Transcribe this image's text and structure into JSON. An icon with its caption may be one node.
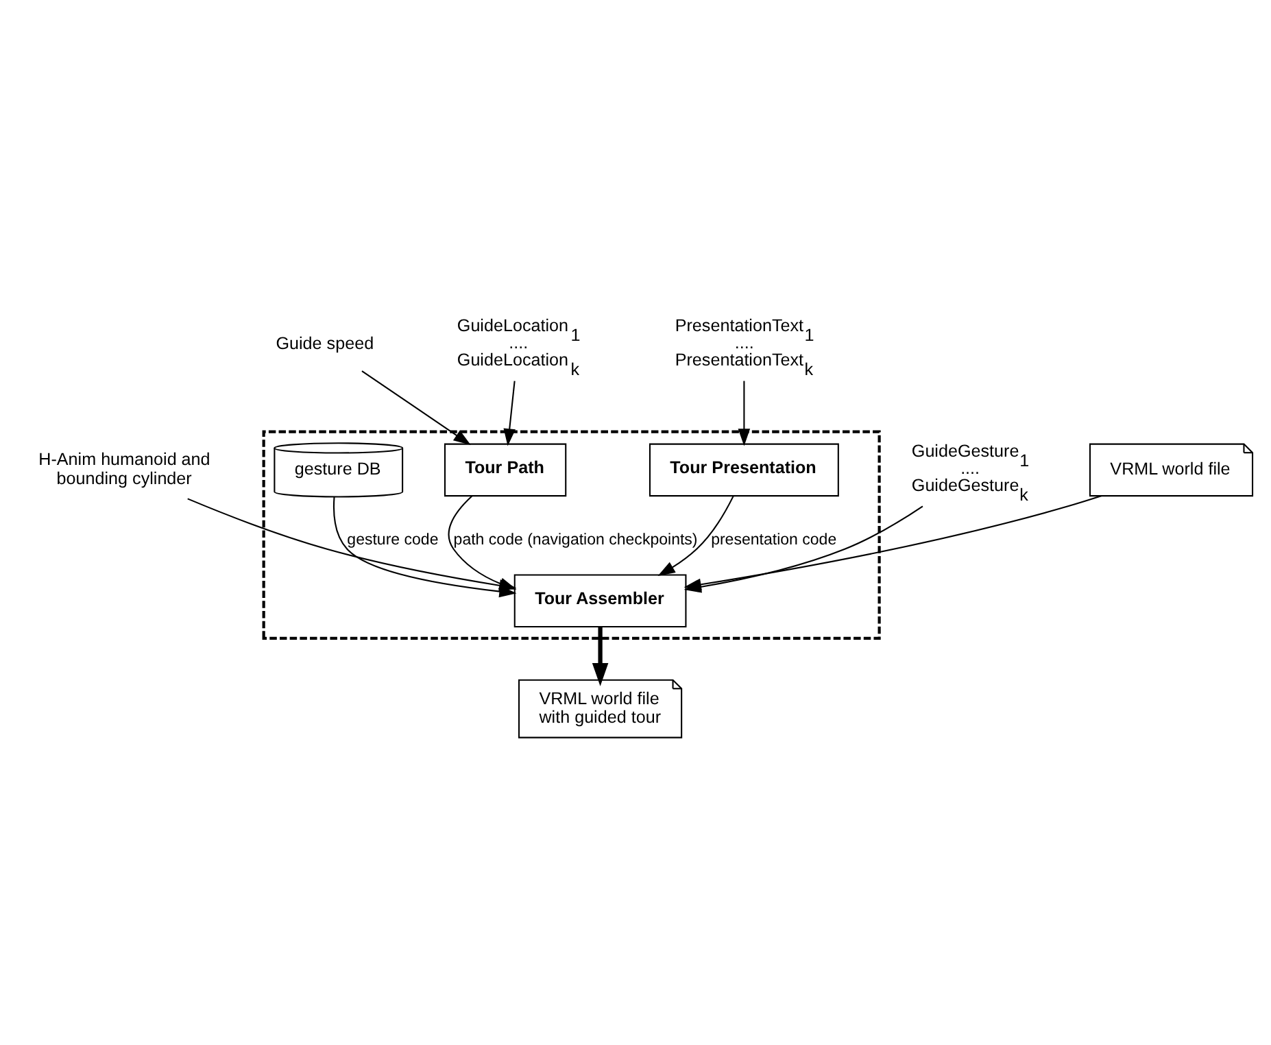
{
  "diagram": {
    "nodes": [
      {
        "text": [],
        "shape": "box"
      },
      {
        "text": [
          "Guide speed"
        ]
      },
      {
        "text": [
          "GuideLocation$_{1}$ .... GuideLocation$_{k}$"
        ]
      },
      {
        "text": [
          "Tour Path"
        ],
        "in": 0
      },
      {
        "text": [
          "Tour Presentation"
        ],
        "in": 0
      },
      {
        "text": [
          "PresentationText$_{1}$ .... PresentationText$_{k}$"
        ]
      },
      {
        "text": [
          "gesture DB"
        ],
        "in": 0
      },
      {
        "text": [
          "H-Anim humanoid and bounding cylinder"
        ]
      },
      {
        "text": [
          "GuideGesture$_{1}$ .... GuideGesture$_{k}$"
        ]
      },
      {
        "text": [
          "Tour Assembler"
        ],
        "in": 0
      },
      {
        "text": [
          "VRML world file"
        ]
      },
      {
        "text": [
          "VRML world file with guided tour"
        ]
      }
    ],
    "edges": [
      {
        "from": 1,
        "to": 3,
        "arrow": "to"
      },
      {
        "from": 2,
        "to": 3,
        "arrow": "to"
      },
      {
        "from": 5,
        "to": 4,
        "arrow": "to"
      },
      {
        "from": 3,
        "to": 9,
        "arrow": "to",
        "label": "path code (navigation checkpoints)"
      },
      {
        "from": 4,
        "to": 9,
        "arrow": "to",
        "label": "presentation code"
      },
      {
        "from": 6,
        "to": 9,
        "arrow": "to",
        "label": "gesture code"
      },
      {
        "from": 7,
        "to": 9,
        "arrow": "to"
      },
      {
        "from": 8,
        "to": 9,
        "arrow": "to"
      },
      {
        "from": 10,
        "to": 9,
        "arrow": "to"
      },
      {
        "from": 9,
        "to": 11,
        "arrow": "to",
        "style": "thick"
      }
    ]
  }
}
